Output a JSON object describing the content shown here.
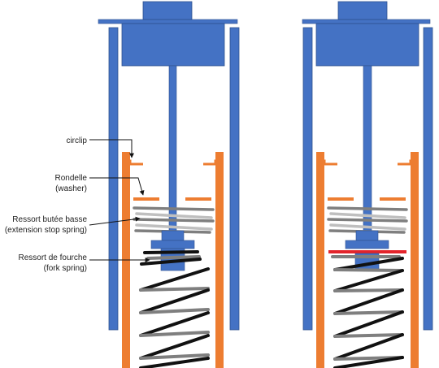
{
  "labels": {
    "circlip": "circlip",
    "washer_fr": "Rondelle",
    "washer_en": "(washer)",
    "stop_spring_fr": "Ressort butée basse",
    "stop_spring_en": "(extension stop spring)",
    "fork_spring_fr": "Ressort de fourche",
    "fork_spring_en": "(fork spring)"
  },
  "colors": {
    "blue": "#4472C4",
    "blue_stroke": "#2F528F",
    "orange": "#ED7D31",
    "black": "#111111",
    "grey_dark": "#7F7F7F",
    "grey_light": "#BFBFBF",
    "red": "#E3242B"
  },
  "icons": [
    "arrow-pointer-icon"
  ]
}
